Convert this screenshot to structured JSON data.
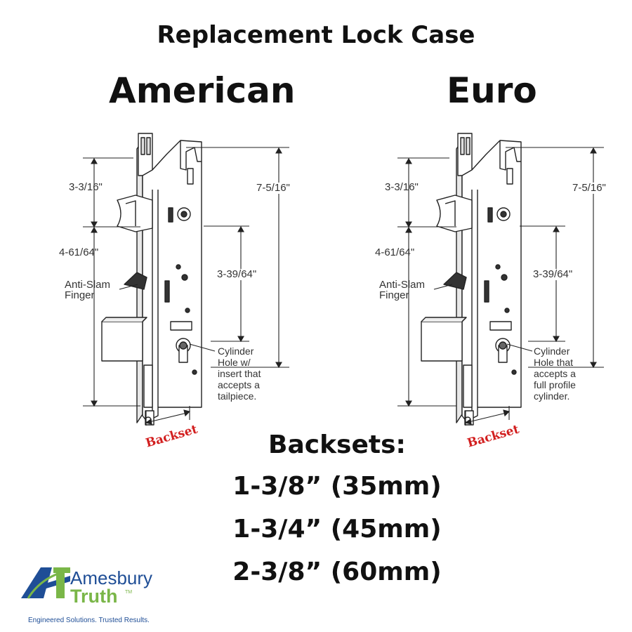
{
  "title": "Replacement Lock Case",
  "american": {
    "title": "American",
    "dim_top": "3-3/16\"",
    "dim_mid": "4-61/64\"",
    "anti_slam": "Anti-Slam\nFinger",
    "dim_right_total": "7-5/16\"",
    "dim_right_inner": "3-39/64\"",
    "cylinder_note": "Cylinder\nHole w/\ninsert that\naccepts a\ntailpiece.",
    "backset_label": "Backset"
  },
  "euro": {
    "title": "Euro",
    "dim_top": "3-3/16\"",
    "dim_mid": "4-61/64\"",
    "anti_slam": "Anti-Slam\nFinger",
    "dim_right_total": "7-5/16\"",
    "dim_right_inner": "3-39/64\"",
    "cylinder_note": "Cylinder\nHole that\naccepts a\nfull profile\ncylinder.",
    "backset_label": "Backset"
  },
  "backsets": {
    "heading": "Backsets:",
    "sizes": [
      "1-3/8” (35mm)",
      "1-3/4” (45mm)",
      "2-3/8” (60mm)"
    ]
  },
  "logo": {
    "brand_top": "Amesbury",
    "brand_bottom": "Truth",
    "trademark": "TM",
    "tagline": "Engineered Solutions. Trusted Results.",
    "colors": {
      "blue": "#1f4e96",
      "green": "#7ab648"
    }
  }
}
